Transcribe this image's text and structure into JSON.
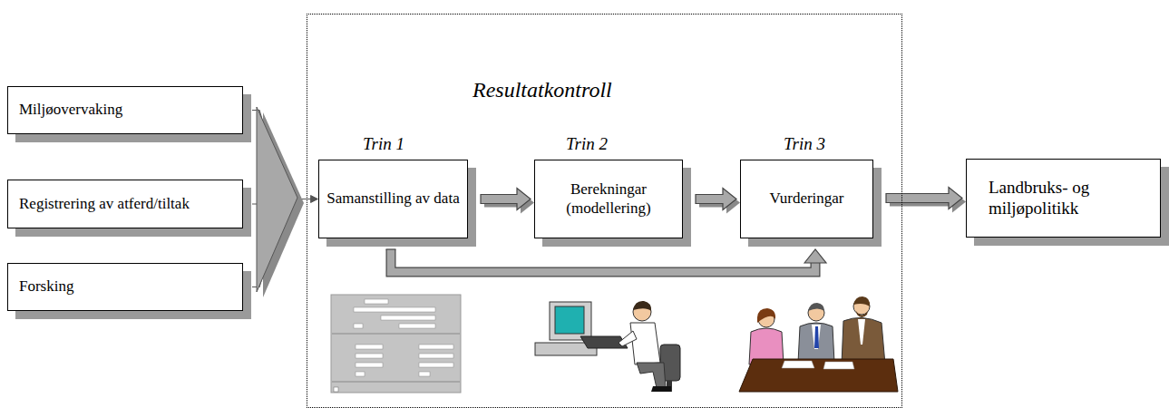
{
  "diagram": {
    "nodes": [
      {
        "text": [
          "Miljøovervaking"
        ]
      },
      {
        "text": [
          "Registrering av atferd/tiltak"
        ]
      },
      {
        "text": [
          "Forsking"
        ]
      },
      {
        "text": [
          "Resultatkontroll"
        ]
      },
      {
        "text": [
          "Trin 1",
          "Samanstilling av data"
        ],
        "in": 3
      },
      {
        "text": [
          "Trin 2",
          "Berekningar (modellering)"
        ],
        "in": 3
      },
      {
        "text": [
          "Trin 3",
          "Vurderingar"
        ],
        "in": 3
      },
      {
        "text": [
          "Landbruks- og miljøpolitikk"
        ]
      }
    ],
    "edges": [
      {
        "from": 0,
        "to": 4,
        "arrow": "to"
      },
      {
        "from": 1,
        "to": 4,
        "arrow": "to"
      },
      {
        "from": 2,
        "to": 4,
        "arrow": "to"
      },
      {
        "from": 4,
        "to": 5,
        "arrow": "to"
      },
      {
        "from": 5,
        "to": 6,
        "arrow": "to"
      },
      {
        "from": 6,
        "to": 7,
        "arrow": "to"
      },
      {
        "from": 4,
        "to": 6,
        "arrow": "to"
      }
    ]
  }
}
